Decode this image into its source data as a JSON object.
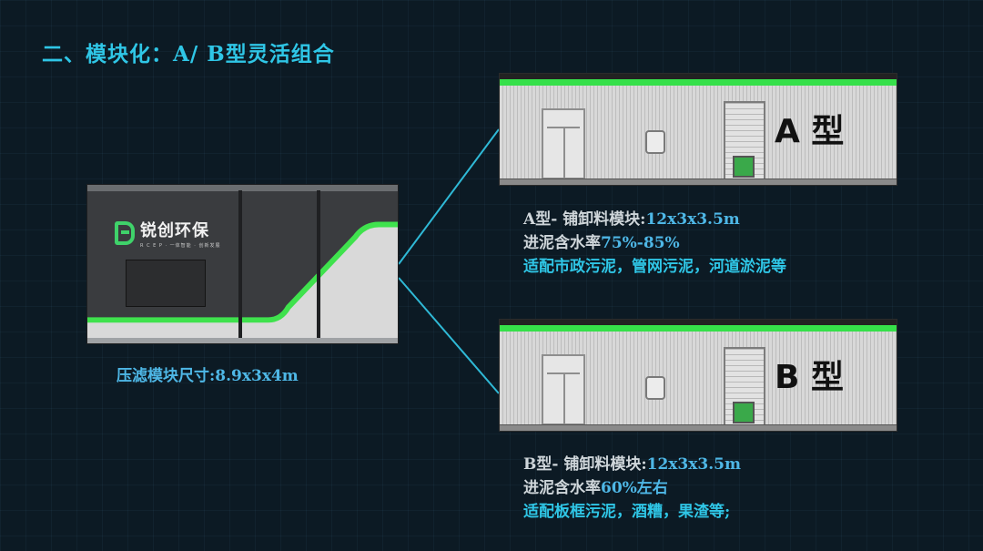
{
  "title": "二、模块化：A/ B型灵活组合",
  "press_module": {
    "logo_name": "锐创环保",
    "logo_sub": "R C E P · 一体智能 · 创新发展",
    "caption": "压滤模块尺寸:8.9x3x4m"
  },
  "container_a": {
    "label": "A 型",
    "line1_prefix": "A型- 铺卸料模块:",
    "line1_spec": "12x3x3.5m",
    "line2_prefix": "进泥含水率",
    "line2_value": "75%-85%",
    "line3": "适配市政污泥，管网污泥，河道淤泥等"
  },
  "container_b": {
    "label": "B 型",
    "line1_prefix": "B型- 铺卸料模块:",
    "line1_spec": "12x3x3.5m",
    "line2_prefix": "进泥含水率",
    "line2_value": "60%左右",
    "line3": "适配板框污泥，酒糟，果渣等;"
  },
  "colors": {
    "background": "#0c1a24",
    "title": "#2fc6e6",
    "accent_green": "#36e04a",
    "spec_blue": "#4eb7e6"
  }
}
